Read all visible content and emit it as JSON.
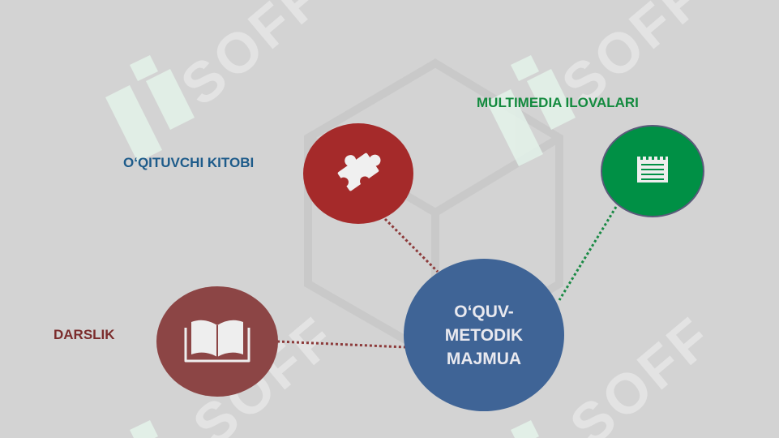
{
  "watermark": {
    "text": "SOFF"
  },
  "colors": {
    "teacher": "#a52a2a",
    "multimedia": "#009045",
    "textbook": "#8c4545",
    "center": "#3f6496",
    "teacher_label": "#1d5b8a",
    "multimedia_label": "#138a3e",
    "textbook_label": "#7b2c2c"
  },
  "diagram": {
    "center": {
      "lines": [
        "O‘QUV-",
        "METODIK",
        "MAJMUA"
      ]
    },
    "nodes": [
      {
        "id": "teacher",
        "label": "O‘QITUVCHI KITOBI",
        "icon": "puzzle-icon"
      },
      {
        "id": "multimedia",
        "label": "MULTIMEDIA ILOVALARI",
        "icon": "notepad-icon"
      },
      {
        "id": "textbook",
        "label": "DARSLIK",
        "icon": "open-book-icon"
      }
    ]
  }
}
